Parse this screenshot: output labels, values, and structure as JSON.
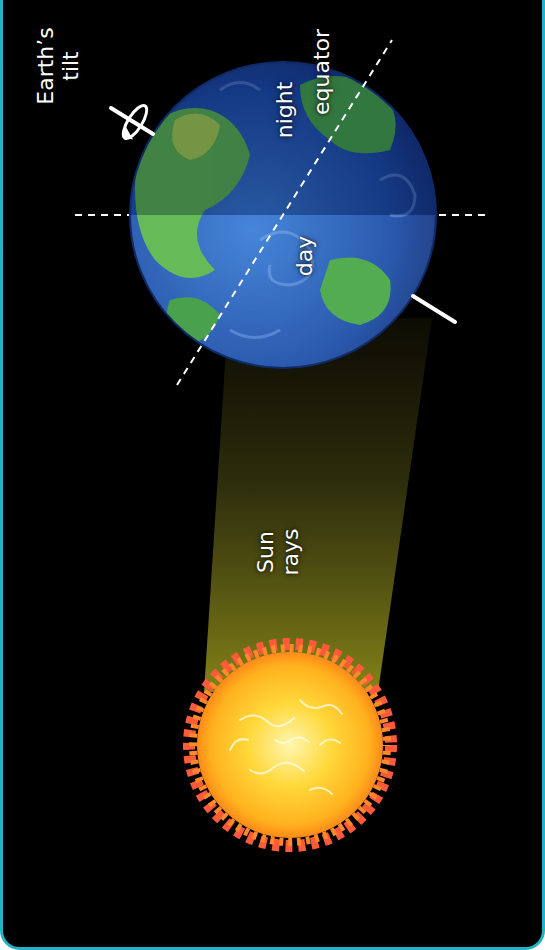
{
  "diagram": {
    "labels": [
      "Earth’s tilt",
      "night",
      "day",
      "equator",
      "Sun rays"
    ]
  }
}
